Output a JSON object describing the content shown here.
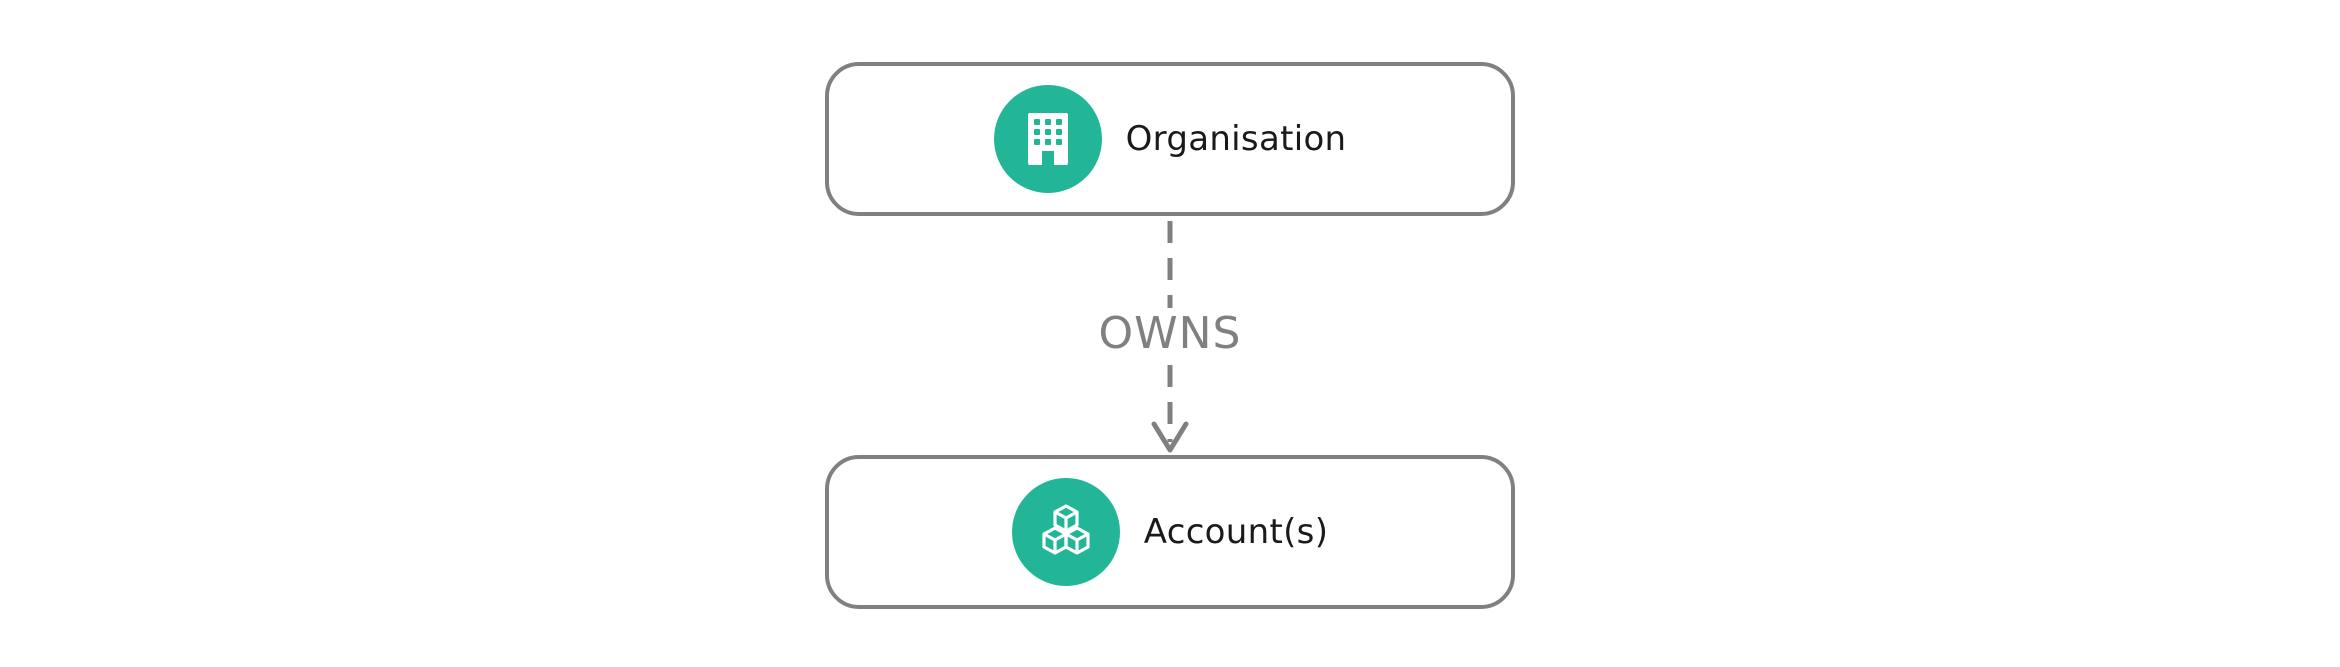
{
  "nodes": {
    "organisation": {
      "label": "Organisation",
      "icon": "building-icon"
    },
    "accounts": {
      "label": "Account(s)",
      "icon": "cubes-icon"
    }
  },
  "edge": {
    "label": "OWNS",
    "style": "dashed",
    "direction": "organisation-to-accounts"
  },
  "colors": {
    "accent": "#22b597",
    "border": "#808080",
    "text": "#1a1a1a",
    "edge_text": "#808080"
  }
}
